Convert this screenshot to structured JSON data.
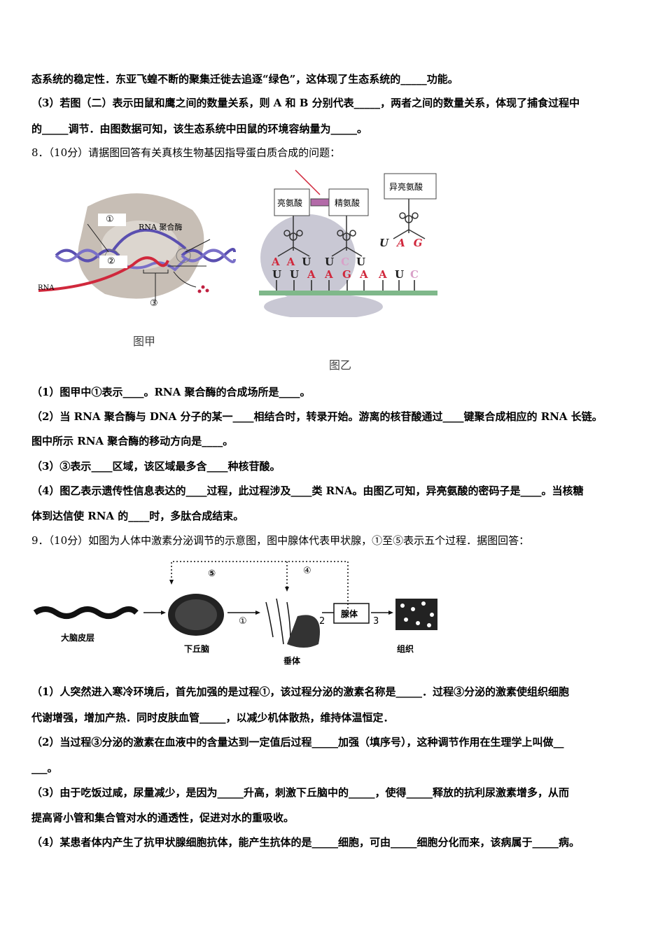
{
  "lines": {
    "l1": "态系统的稳定性．东亚飞蝗不断的聚集迁徙去追逐“绿色”，这体现了生态系统的_____功能。",
    "l2": "（3）若图（二）表示田鼠和鹰之间的数量关系，则 A 和 B 分别代表_____，两者之间的数量关系，体现了捕食过程中",
    "l3": "的_____调节．由图数据可知，该生态系统中田鼠的环境容纳量为_____。",
    "q8_header": "8．（10分）请据图回答有关真核生物基因指导蛋白质合成的问题：",
    "q8_1": "（1）图甲中①表示____。RNA 聚合酶的合成场所是____。",
    "q8_2a": "（2）当 RNA 聚合酶与 DNA 分子的某一____相结合时，转录开始。游离的核苷酸通过____键聚合成相应的 RNA 长链。",
    "q8_2b": "图中所示 RNA 聚合酶的移动方向是____。",
    "q8_3": "（3）③表示____区域，该区域最多含____种核苷酸。",
    "q8_4a": "（4）图乙表示遗传性信息表达的____过程，此过程涉及____类 RNA。由图乙可知，异亮氨酸的密码子是____。当核糖",
    "q8_4b": "体到达信使 RNA 的____时，多肽合成结束。",
    "q9_header": "9．（10分）如图为人体中激素分泌调节的示意图，图中腺体代表甲状腺，①至⑤表示五个过程．据图回答：",
    "q9_1a": "（1）人突然进入寒冷环境后，首先加强的是过程①，该过程分泌的激素名称是_____．过程③分泌的激素使组织细胞",
    "q9_1b": "代谢增强，增加产热．同时皮肤血管_____，以减少机体散热，维持体温恒定．",
    "q9_2a": "（2）当过程③分泌的激素在血液中的含量达到一定值后过程_____加强（填序号），这种调节作用在生理学上叫做__",
    "q9_2b": "___。",
    "q9_3a": "（3）由于吃饭过咸，尿量减少，是因为_____升高，刺激下丘脑中的_____，使得_____释放的抗利尿激素增多，从而",
    "q9_3b": "提高肾小管和集合管对水的通透性，促进对水的重吸收。",
    "q9_4": "（4）某患者体内产生了抗甲状腺细胞抗体，能产生抗体的是_____细胞，可由_____细胞分化而来，该病属于_____病。"
  },
  "figure_jia": {
    "caption": "图甲",
    "label_enzyme": "RNA 聚合酶",
    "label_rna": "RNA",
    "marker_1": "①",
    "marker_2": "②",
    "marker_3": "③"
  },
  "figure_yi": {
    "caption": "图乙",
    "aa_1": "亮氨酸",
    "aa_2": "精氨酸",
    "aa_3": "异亮氨酸",
    "anticodon_1": [
      "A",
      "A",
      "U"
    ],
    "anticodon_2": [
      "U",
      "C",
      "U"
    ],
    "anticodon_3": [
      "U",
      "A",
      "G"
    ],
    "mrna": [
      "U",
      "U",
      "A",
      "A",
      "G",
      "A",
      "A",
      "U",
      "C"
    ]
  },
  "figure_9": {
    "cortex": "大脑皮层",
    "hypothalamus": "下丘脑",
    "pituitary": "垂体",
    "gland": "腺体",
    "tissue": "组织",
    "step_1": "①",
    "step_2": "2",
    "step_3": "3",
    "step_4": "④",
    "step_5": "⑤"
  },
  "colors": {
    "dna": "#5a4fb0",
    "rna": "#d0283c",
    "ribosome": "#c9c8d4",
    "mrna_bar": "#7fb88a",
    "peptide": "#b36aa8",
    "nucleus_blob": "#bdb3a8"
  }
}
